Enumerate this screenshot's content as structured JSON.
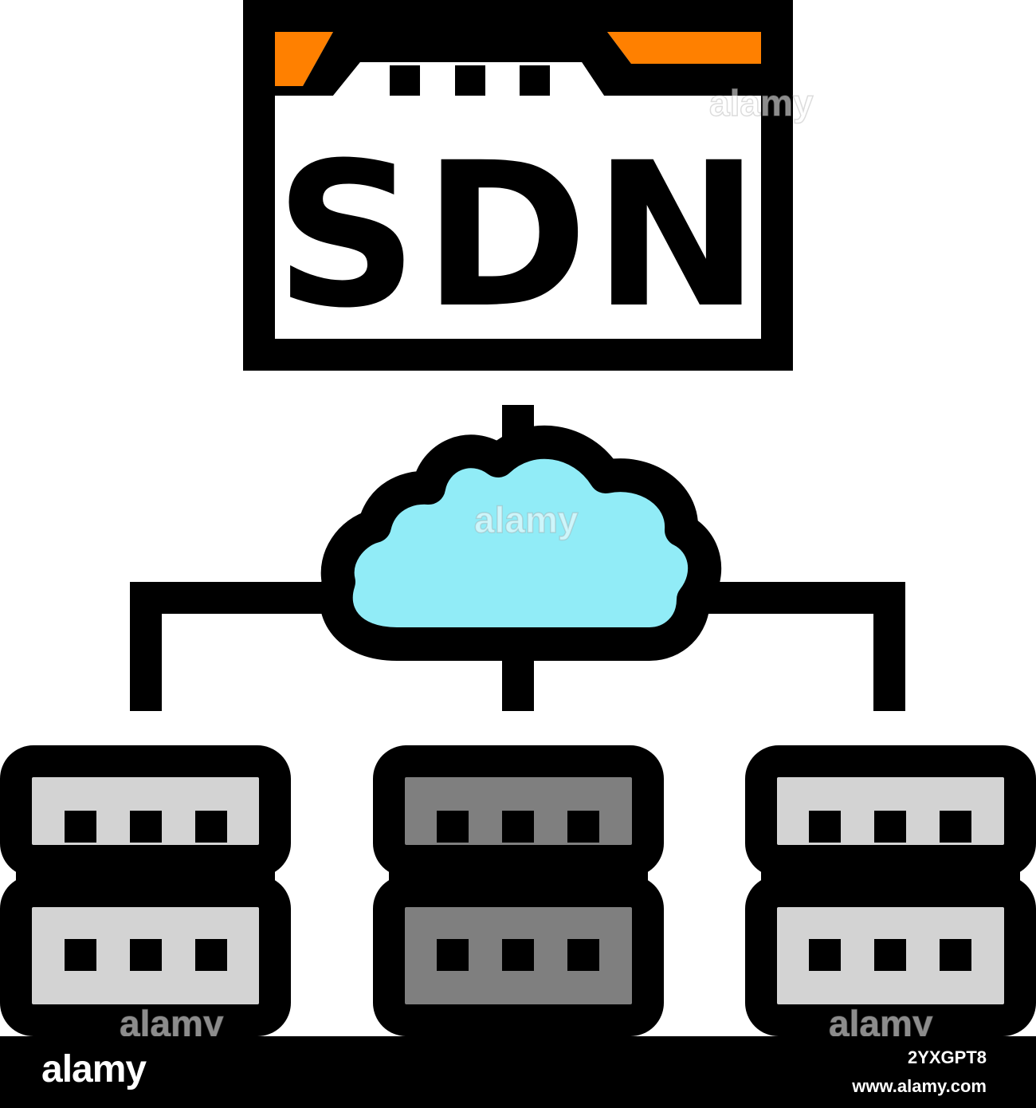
{
  "icon": {
    "label": "SDN",
    "colors": {
      "outline": "#000000",
      "accent_orange": "#ff8000",
      "cloud_fill": "#91ecf7",
      "server_light": "#d3d3d3",
      "server_dark": "#7f7f7f",
      "panel": "#ffffff"
    }
  },
  "watermark": {
    "text": "alamy"
  },
  "footer": {
    "brand": "alamy",
    "image_id": "2YXGPT8",
    "site": "www.alamy.com"
  }
}
